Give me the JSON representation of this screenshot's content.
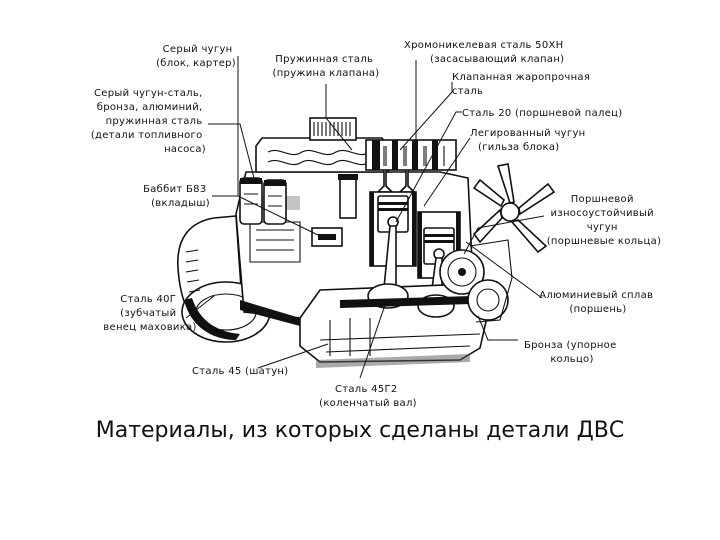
{
  "labels": {
    "cast_iron_gray": [
      "Серый чугун",
      "(блок, картер)"
    ],
    "spring_steel": [
      "Пружинная сталь",
      "(пружина клапана)"
    ],
    "chromium_nickel": [
      "Хромоникелевая   сталь 50ХН",
      "(засасывающий клапан)"
    ],
    "valve_steel": [
      "Клапанная жаропрочная",
      "сталь"
    ],
    "steel_20": [
      "Сталь 20 (поршневой палец)"
    ],
    "alloy_cast_iron": [
      "Легированный чугун",
      "(гильза блока)"
    ],
    "fuel_pump_materials": [
      "Серый чугун-сталь,",
      "бронза, алюминий,",
      "пружинная сталь",
      "(детали топливного",
      "насоса)"
    ],
    "babbitt": [
      "Баббит Б83",
      "(вкладыш)"
    ],
    "piston_ring_iron": [
      "Поршневой",
      "износоустойчивый",
      "чугун",
      "(поршневые кольца)"
    ],
    "aluminium_alloy": [
      "Алюминиевый сплав",
      "(поршень)"
    ],
    "steel_40g": [
      "Сталь 40Г",
      "(зубчатый",
      "венец маховика)"
    ],
    "bronze": [
      "Бронза (упорное",
      "кольцо)"
    ],
    "steel_45": [
      "Сталь 45 (шатун)"
    ],
    "steel_45g2": [
      "Сталь 45Г2",
      "(коленчатый вал)"
    ]
  },
  "caption": "Материалы, из которых сделаны детали ДВС"
}
